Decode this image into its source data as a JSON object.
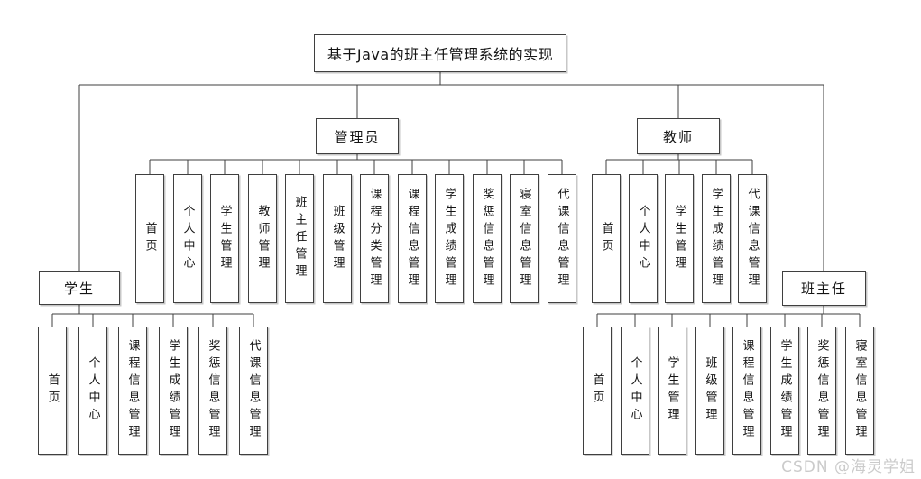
{
  "diagram": {
    "type": "hierarchy-tree",
    "colors": {
      "line": "#3f3f3f",
      "box_border": "#3f3f3f",
      "background": "#ffffff",
      "watermark": "#cbcbcb"
    }
  },
  "tree": {
    "root": {
      "label": "基于Java的班主任管理系统的实现"
    },
    "branches": [
      {
        "label": "管理员",
        "children": [
          "首页",
          "个人中心",
          "学生管理",
          "教师管理",
          "班主任管理",
          "班级管理",
          "课程分类管理",
          "课程信息管理",
          "学生成绩管理",
          "奖惩信息管理",
          "寝室信息管理",
          "代课信息管理"
        ]
      },
      {
        "label": "教师",
        "children": [
          "首页",
          "个人中心",
          "学生管理",
          "学生成绩管理",
          "代课信息管理"
        ]
      },
      {
        "label": "学生",
        "children": [
          "首页",
          "个人中心",
          "课程信息管理",
          "学生成绩管理",
          "奖惩信息管理",
          "代课信息管理"
        ]
      },
      {
        "label": "班主任",
        "children": [
          "首页",
          "个人中心",
          "学生管理",
          "班级管理",
          "课程信息管理",
          "学生成绩管理",
          "奖惩信息管理",
          "寝室信息管理"
        ]
      }
    ]
  },
  "watermark": {
    "text": "CSDN @海灵学姐"
  }
}
